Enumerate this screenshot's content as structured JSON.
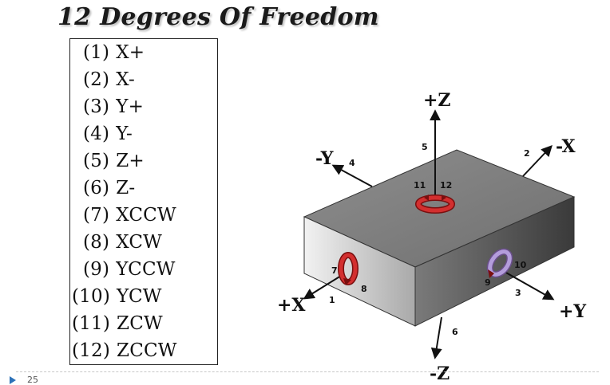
{
  "title": "12 Degrees Of Freedom",
  "legend": [
    {
      "idx": "(1)",
      "label": "X+"
    },
    {
      "idx": "(2)",
      "label": "X-"
    },
    {
      "idx": "(3)",
      "label": "Y+"
    },
    {
      "idx": "(4)",
      "label": "Y-"
    },
    {
      "idx": "(5)",
      "label": "Z+"
    },
    {
      "idx": "(6)",
      "label": "Z-"
    },
    {
      "idx": "(7)",
      "label": "XCCW"
    },
    {
      "idx": "(8)",
      "label": "XCW"
    },
    {
      "idx": "(9)",
      "label": "YCCW"
    },
    {
      "idx": "(10)",
      "label": "YCW"
    },
    {
      "idx": "(11)",
      "label": "ZCW"
    },
    {
      "idx": "(12)",
      "label": "ZCCW"
    }
  ],
  "diagram": {
    "axes": {
      "plus_z": "+Z",
      "minus_z": "-Z",
      "plus_x": "+X",
      "minus_x": "-X",
      "plus_y": "+Y",
      "minus_y": "-Y"
    },
    "numbers": {
      "n1": "1",
      "n2": "2",
      "n3": "3",
      "n4": "4",
      "n5": "5",
      "n6": "6",
      "n7": "7",
      "n8": "8",
      "n9": "9",
      "n10": "10",
      "n11": "11",
      "n12": "12"
    },
    "colors": {
      "rotation_red": "#d32f2f",
      "rotation_purple": "#b39ddb"
    }
  },
  "footer": {
    "page_number": "25"
  }
}
